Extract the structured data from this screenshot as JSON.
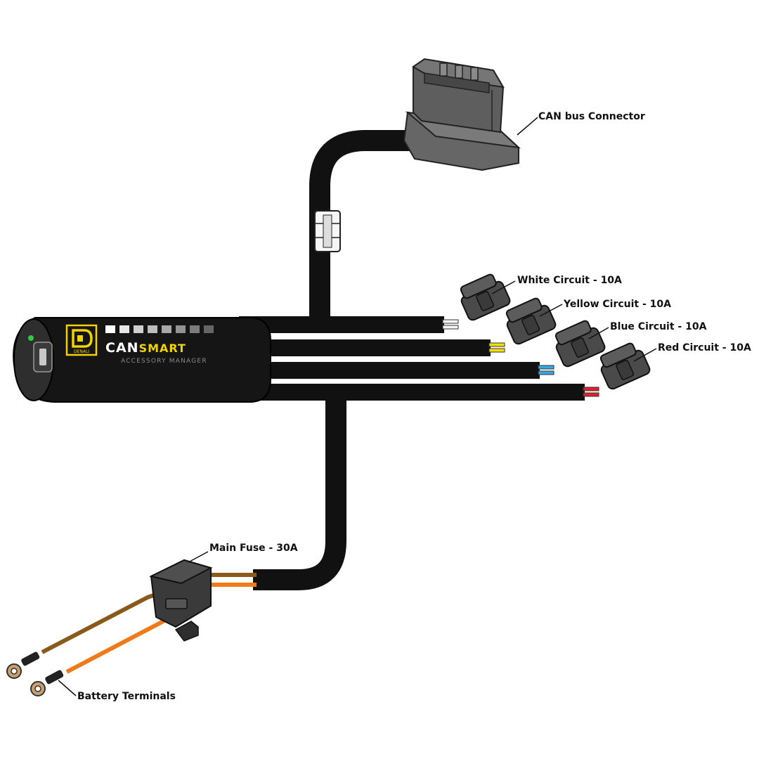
{
  "labels": {
    "can_bus": "CAN bus Connector",
    "white": "White Circuit - 10A",
    "yellow": "Yellow Circuit - 10A",
    "blue": "Blue Circuit - 10A",
    "red": "Red Circuit - 10A",
    "fuse": "Main Fuse - 30A",
    "battery": "Battery Terminals"
  },
  "device": {
    "brand": "DENALI",
    "name_part1": "CAN",
    "name_part2": "SMART",
    "subtitle": "ACCESSORY MANAGER"
  },
  "colors": {
    "cable": "#111111",
    "connector": "#4a4a4a",
    "can_connector": "#6a6a6a",
    "logo_yellow": "#f2d200",
    "status_led": "#2ecc40",
    "wire_white": "#f4f4f4",
    "wire_yellow": "#f2e000",
    "wire_blue": "#35a8e0",
    "wire_red": "#e0202a",
    "wire_orange": "#f07a1a",
    "wire_brown": "#8a5a1a"
  }
}
